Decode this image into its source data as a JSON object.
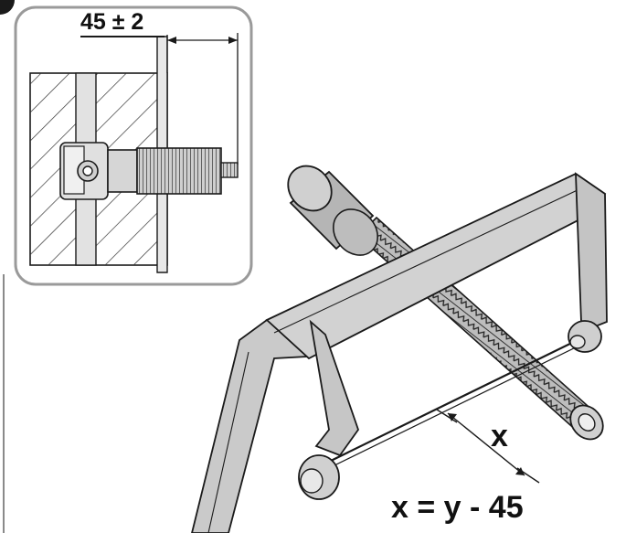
{
  "inset": {
    "dimension_label": "45 ± 2"
  },
  "main": {
    "cut_label": "x",
    "formula": "x = y - 45"
  },
  "colors": {
    "stroke": "#1a1a1a",
    "metal": "#c8c8c8",
    "metal_light": "#e6e6e6",
    "frame_border": "#9a9a9a",
    "hatch": "#333333"
  }
}
